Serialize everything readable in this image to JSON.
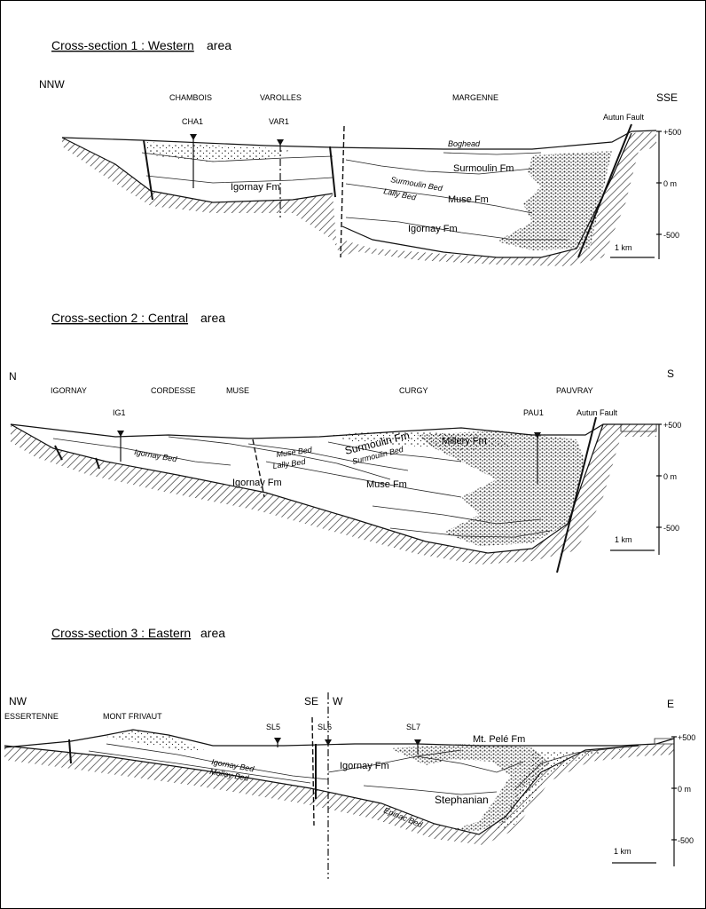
{
  "sections": [
    {
      "title_underlined": "Cross-section 1 : Western",
      "title_rest": " area",
      "dir_left": "NNW",
      "dir_right": "SSE",
      "localities": [
        "CHAMBOIS",
        "VAROLLES",
        "MARGENNE"
      ],
      "wells": [
        "CHA1",
        "VAR1"
      ],
      "fault_label": "Autun Fault",
      "formations": [
        "Surmoulin Fm",
        "Muse Fm",
        "Igornay Fm",
        "Igornay Fm"
      ],
      "beds": [
        "Boghead",
        "Surmoulin Bed",
        "Lally Bed"
      ],
      "depth_ticks": [
        "+500",
        "0 m",
        "-500"
      ],
      "scale_label": "1 km"
    },
    {
      "title_underlined": "Cross-section 2 : Central",
      "title_rest": " area",
      "dir_left": "N",
      "dir_right": "S",
      "localities": [
        "IGORNAY",
        "CORDESSE",
        "MUSE",
        "CURGY",
        "PAUVRAY"
      ],
      "wells": [
        "IG1",
        "PAU1"
      ],
      "fault_label": "Autun Fault",
      "formations": [
        "Surmoulin Fm",
        "Millery Fm",
        "Muse Fm",
        "Igornay Fm"
      ],
      "beds": [
        "Igornay Bed",
        "Muse Bed",
        "Lally Bed",
        "Surmoulin Bed"
      ],
      "depth_ticks": [
        "+500",
        "0 m",
        "-500"
      ],
      "scale_label": "1 km"
    },
    {
      "title_underlined": "Cross-section 3 : Eastern",
      "title_rest": " area",
      "dir_left": "NW",
      "dir_mid_left": "SE",
      "dir_mid_right": "W",
      "dir_right": "E",
      "localities": [
        "ESSERTENNE",
        "MONT FRIVAUT"
      ],
      "wells": [
        "SL5",
        "SL6",
        "SL7"
      ],
      "formations": [
        "Mt. Pelé Fm",
        "Igornay Fm",
        "Stephanian"
      ],
      "beds": [
        "Igornay Bed",
        "Molloy Bed",
        "Epinac Bed"
      ],
      "depth_ticks": [
        "+500",
        "0 m",
        "-500"
      ],
      "scale_label": "1 km"
    }
  ],
  "colors": {
    "ink": "#111111",
    "background": "#ffffff"
  }
}
